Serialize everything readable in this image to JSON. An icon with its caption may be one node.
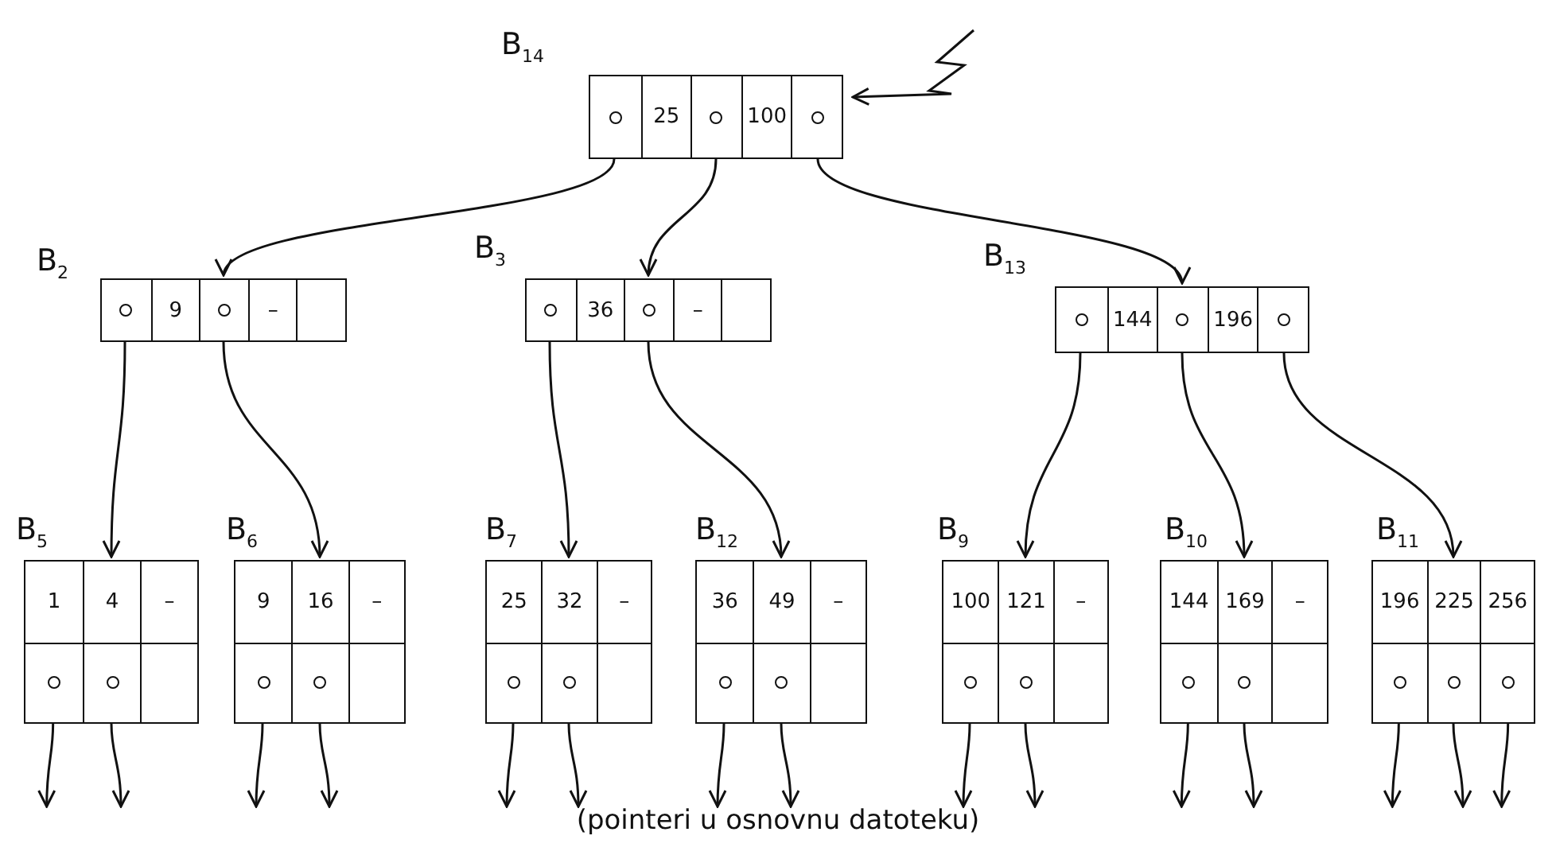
{
  "diagram": {
    "caption": "(pointeri u osnovnu datoteku)",
    "nodes": [
      {
        "text": [
          "B$_{14}$",
          "25",
          "100"
        ]
      },
      {
        "text": [
          "B$_{2}$",
          "9",
          "–"
        ]
      },
      {
        "text": [
          "B$_{3}$",
          "36",
          "–"
        ]
      },
      {
        "text": [
          "B$_{13}$",
          "144",
          "196"
        ]
      },
      {
        "text": [
          "B$_{5}$",
          "1",
          "4",
          "–"
        ]
      },
      {
        "text": [
          "B$_{6}$",
          "9",
          "16",
          "–"
        ]
      },
      {
        "text": [
          "B$_{7}$",
          "25",
          "32",
          "–"
        ]
      },
      {
        "text": [
          "B$_{12}$",
          "36",
          "49",
          "–"
        ]
      },
      {
        "text": [
          "B$_{9}$",
          "100",
          "121",
          "–"
        ]
      },
      {
        "text": [
          "B$_{10}$",
          "144",
          "169",
          "–"
        ]
      },
      {
        "text": [
          "B$_{11}$",
          "196",
          "225",
          "256"
        ]
      }
    ],
    "edges": [
      {
        "from": null,
        "to": 0,
        "arrow": "to"
      },
      {
        "from": 0,
        "to": 1,
        "arrow": "to"
      },
      {
        "from": 0,
        "to": 2,
        "arrow": "to"
      },
      {
        "from": 0,
        "to": 3,
        "arrow": "to"
      },
      {
        "from": 1,
        "to": 4,
        "arrow": "to"
      },
      {
        "from": 1,
        "to": 5,
        "arrow": "to"
      },
      {
        "from": 2,
        "to": 6,
        "arrow": "to"
      },
      {
        "from": 2,
        "to": 7,
        "arrow": "to"
      },
      {
        "from": 3,
        "to": 8,
        "arrow": "to"
      },
      {
        "from": 3,
        "to": 9,
        "arrow": "to"
      },
      {
        "from": 3,
        "to": 10,
        "arrow": "to"
      },
      {
        "from": 4,
        "to": null,
        "arrow": "to"
      },
      {
        "from": 4,
        "to": null,
        "arrow": "to"
      },
      {
        "from": 5,
        "to": null,
        "arrow": "to"
      },
      {
        "from": 5,
        "to": null,
        "arrow": "to"
      },
      {
        "from": 6,
        "to": null,
        "arrow": "to"
      },
      {
        "from": 6,
        "to": null,
        "arrow": "to"
      },
      {
        "from": 7,
        "to": null,
        "arrow": "to"
      },
      {
        "from": 7,
        "to": null,
        "arrow": "to"
      },
      {
        "from": 8,
        "to": null,
        "arrow": "to"
      },
      {
        "from": 8,
        "to": null,
        "arrow": "to"
      },
      {
        "from": 9,
        "to": null,
        "arrow": "to"
      },
      {
        "from": 9,
        "to": null,
        "arrow": "to"
      },
      {
        "from": 10,
        "to": null,
        "arrow": "to"
      },
      {
        "from": 10,
        "to": null,
        "arrow": "to"
      },
      {
        "from": 10,
        "to": null,
        "arrow": "to"
      }
    ]
  }
}
